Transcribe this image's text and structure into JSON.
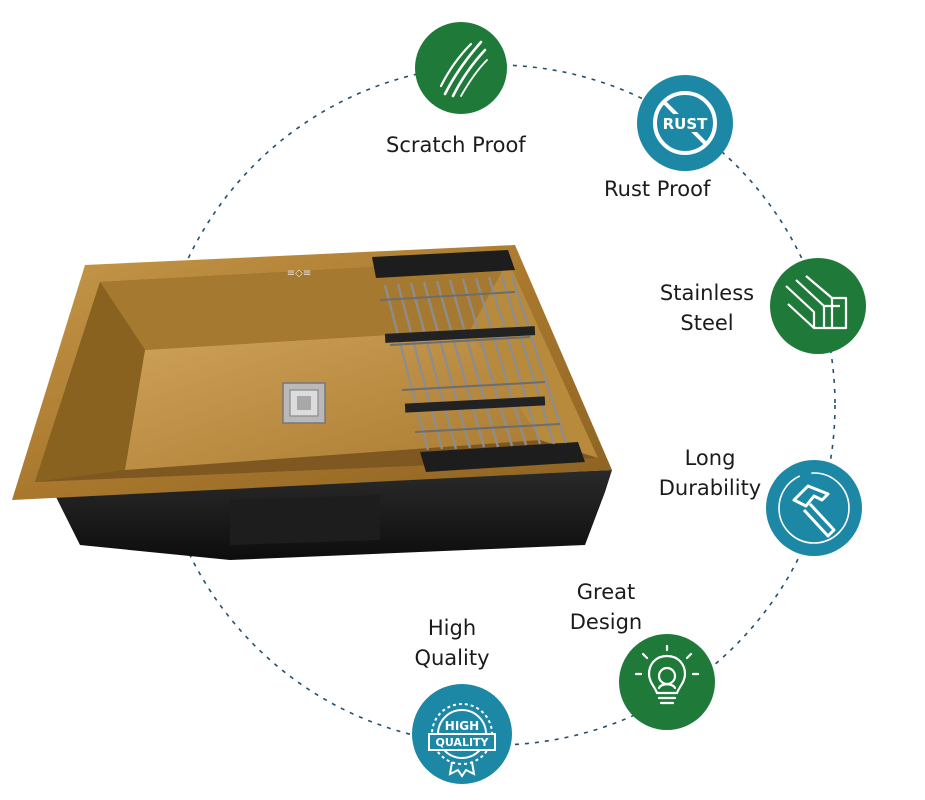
{
  "colors": {
    "green_badge": "#1f7a3a",
    "teal_badge": "#1c88a6",
    "dashed_ring": "#22506e",
    "sink_gold": "#b8893a",
    "sink_black": "#141414"
  },
  "product": {
    "icon": "kitchen-sink-with-dish-rack-image"
  },
  "features": [
    {
      "id": "scratch-proof",
      "lines": [
        "Scratch Proof"
      ],
      "icon": "scratch-icon",
      "color": "green"
    },
    {
      "id": "rust-proof",
      "lines": [
        "Rust Proof"
      ],
      "icon": "no-rust-icon",
      "color": "teal",
      "icon_text": "RUST"
    },
    {
      "id": "stainless-steel",
      "lines": [
        "Stainless",
        "Steel"
      ],
      "icon": "steel-layers-icon",
      "color": "green"
    },
    {
      "id": "long-durability",
      "lines": [
        "Long",
        "Durability"
      ],
      "icon": "hammer-icon",
      "color": "teal"
    },
    {
      "id": "great-design",
      "lines": [
        "Great",
        "Design"
      ],
      "icon": "lightbulb-idea-icon",
      "color": "green"
    },
    {
      "id": "high-quality",
      "lines": [
        "High",
        "Quality"
      ],
      "icon": "quality-seal-icon",
      "color": "teal",
      "icon_text": [
        "HIGH",
        "QUALITY"
      ]
    }
  ]
}
